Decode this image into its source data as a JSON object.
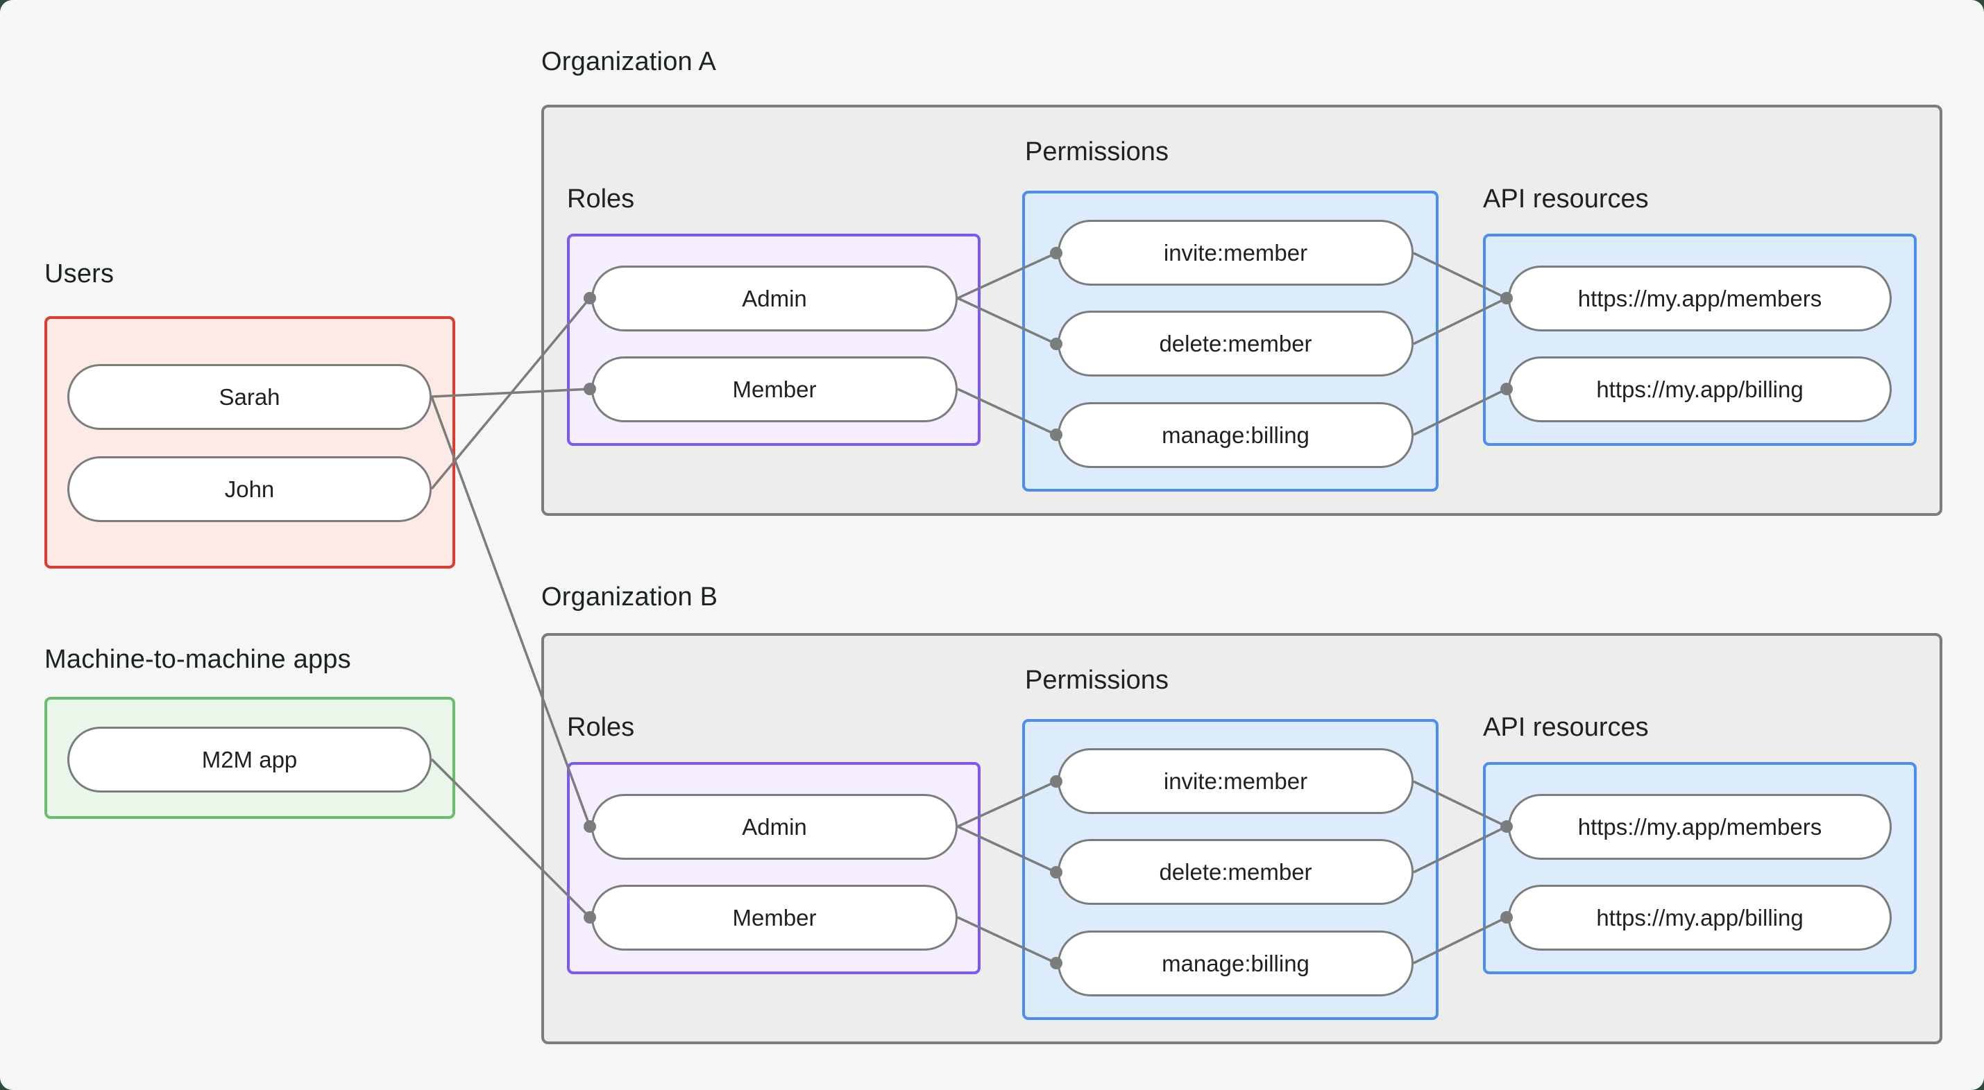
{
  "users_section": {
    "label": "Users",
    "items": [
      "Sarah",
      "John"
    ]
  },
  "m2m_section": {
    "label": "Machine-to-machine apps",
    "items": [
      "M2M app"
    ]
  },
  "organizations": [
    {
      "title": "Organization A",
      "roles_label": "Roles",
      "permissions_label": "Permissions",
      "api_label": "API resources",
      "roles": [
        "Admin",
        "Member"
      ],
      "permissions": [
        "invite:member",
        "delete:member",
        "manage:billing"
      ],
      "api_resources": [
        "https://my.app/members",
        "https://my.app/billing"
      ]
    },
    {
      "title": "Organization B",
      "roles_label": "Roles",
      "permissions_label": "Permissions",
      "api_label": "API resources",
      "roles": [
        "Admin",
        "Member"
      ],
      "permissions": [
        "invite:member",
        "delete:member",
        "manage:billing"
      ],
      "api_resources": [
        "https://my.app/members",
        "https://my.app/billing"
      ]
    }
  ],
  "connections": [
    "Sarah -> Organization A: Member",
    "Sarah -> Organization B: Admin",
    "John -> Organization A: Admin",
    "M2M app -> Organization B: Member",
    "Org A Admin -> invite:member",
    "Org A Admin -> delete:member",
    "Org A Member -> manage:billing",
    "Org A invite:member -> https://my.app/members",
    "Org A delete:member -> https://my.app/members",
    "Org A manage:billing -> https://my.app/billing",
    "Org B Admin -> invite:member",
    "Org B Admin -> delete:member",
    "Org B Member -> manage:billing",
    "Org B invite:member -> https://my.app/members",
    "Org B delete:member -> https://my.app/members",
    "Org B manage:billing -> https://my.app/billing"
  ],
  "colors": {
    "page_bg": "#f5f7f6",
    "org_fill": "#ededec",
    "org_border": "#7a7d7b",
    "users_border": "#e0392f",
    "users_fill": "#fdeae7",
    "m2m_border": "#69bd6c",
    "m2m_fill": "#e9f6ea",
    "roles_border": "#7c57fa",
    "roles_fill": "#f4eefe",
    "blue_border": "#4a8df6",
    "blue_fill": "#ddecfd",
    "wire": "#7a7d7b",
    "text": "#1e2124"
  }
}
